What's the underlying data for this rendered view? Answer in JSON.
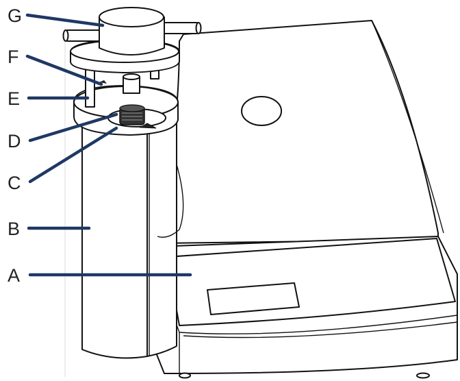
{
  "callouts": [
    {
      "letter": "G"
    },
    {
      "letter": "F"
    },
    {
      "letter": "E"
    },
    {
      "letter": "D"
    },
    {
      "letter": "C"
    },
    {
      "letter": "B"
    },
    {
      "letter": "A"
    }
  ],
  "colors": {
    "callout_line": "#1f3864",
    "outline": "#111111",
    "background": "#ffffff",
    "label_text": "#222222"
  }
}
